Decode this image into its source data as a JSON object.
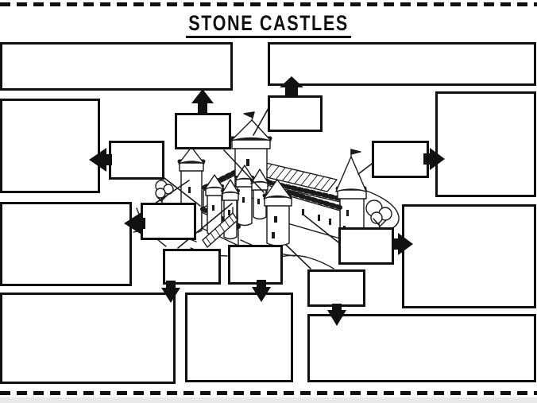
{
  "title": "STONE CASTLES",
  "worksheet": {
    "kind": "labelling worksheet",
    "instructions_visible": false
  },
  "label_boxes": [
    {
      "id": "answer-box-top-left-wide",
      "value": ""
    },
    {
      "id": "answer-box-upper-left",
      "value": ""
    },
    {
      "id": "answer-box-upper-left-pointer",
      "value": ""
    },
    {
      "id": "answer-box-top-center-left",
      "value": ""
    },
    {
      "id": "answer-box-top-right-wide",
      "value": ""
    },
    {
      "id": "answer-box-top-center-right",
      "value": ""
    },
    {
      "id": "answer-box-right-upper-large",
      "value": ""
    },
    {
      "id": "answer-box-right-pointer-1",
      "value": ""
    },
    {
      "id": "answer-box-middle-left",
      "value": ""
    },
    {
      "id": "answer-box-middle-left-pointer",
      "value": ""
    },
    {
      "id": "answer-box-lower-center-left",
      "value": ""
    },
    {
      "id": "answer-box-lower-center",
      "value": ""
    },
    {
      "id": "answer-box-bottom-left-large",
      "value": ""
    },
    {
      "id": "answer-box-bottom-center-large",
      "value": ""
    },
    {
      "id": "answer-box-lower-right-pointer",
      "value": ""
    },
    {
      "id": "answer-box-right-pointer-2",
      "value": ""
    },
    {
      "id": "answer-box-right-lower-large",
      "value": ""
    },
    {
      "id": "answer-box-bottom-right-wide",
      "value": ""
    }
  ],
  "connector_arrows": [
    {
      "direction": "up",
      "from": "answer-box-top-center-left",
      "to": "answer-box-top-left-wide"
    },
    {
      "direction": "up",
      "from": "answer-box-top-center-right",
      "to": "answer-box-top-right-wide"
    },
    {
      "direction": "left",
      "from": "answer-box-upper-left-pointer",
      "to": "answer-box-upper-left"
    },
    {
      "direction": "right",
      "from": "answer-box-right-pointer-1",
      "to": "answer-box-right-upper-large"
    },
    {
      "direction": "left",
      "from": "answer-box-middle-left-pointer",
      "to": "answer-box-middle-left"
    },
    {
      "direction": "down",
      "from": "answer-box-lower-center-left",
      "to": "answer-box-bottom-left-large"
    },
    {
      "direction": "down",
      "from": "answer-box-lower-center",
      "to": "answer-box-bottom-center-large"
    },
    {
      "direction": "down",
      "from": "answer-box-lower-right-pointer",
      "to": "answer-box-bottom-right-wide"
    },
    {
      "direction": "right",
      "from": "answer-box-right-pointer-2",
      "to": "answer-box-right-lower-large"
    }
  ],
  "castle_illustration": {
    "description": "Black-and-white line drawing of a medieval stone castle: round corner towers with conical roofs and flags, crenellated curtain walls, tall central keep, long hall with hatched roof, gatehouse with drawbridge, trees and winding paths",
    "pointer_lines_to_castle": 8
  },
  "colors": {
    "ink": "#1a1a1a",
    "paper": "#ffffff",
    "footer_strip": "#e9e9e9"
  }
}
